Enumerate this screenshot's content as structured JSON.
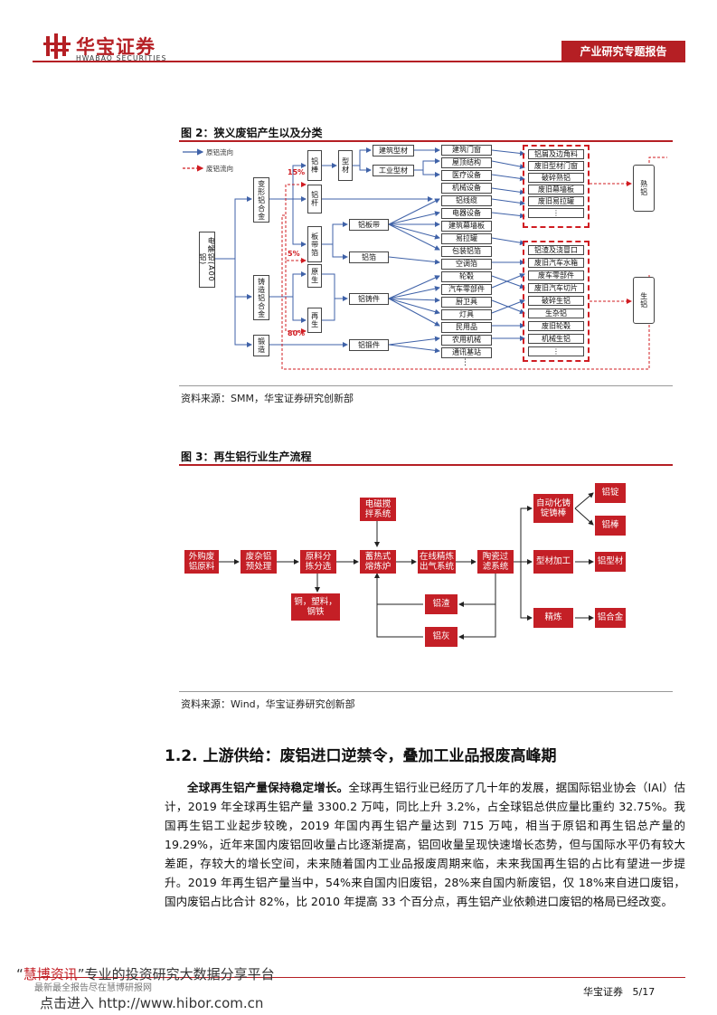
{
  "header": {
    "company_cn": "华宝证券",
    "company_en": "HWABAO SECURITIES",
    "report_type": "产业研究专题报告"
  },
  "figure2": {
    "title": "图 2：狭义废铝产生以及分类",
    "legend_primary": "原铝流向",
    "legend_scrap": "废铝流向",
    "source": "资料来源：SMM，华宝证券研究创新部",
    "root": "电解铝(A00铝)",
    "alloys": [
      "变形铝合金",
      "铸造铝合金",
      "锻造"
    ],
    "stage2": [
      "铝棒",
      "铝杆",
      "板带箔",
      "原生",
      "再生"
    ],
    "profile": "型材",
    "mid": [
      "建筑型材",
      "工业型材",
      "铝板带",
      "铝箔",
      "铝铸件",
      "铝锻件"
    ],
    "percentages": [
      "15%",
      "5%",
      "80%"
    ],
    "products": [
      "建筑门窗",
      "屋顶结构",
      "医疗设备",
      "机械设备",
      "铝线缆",
      "电器设备",
      "建筑幕墙板",
      "易拉罐",
      "包装铝箔",
      "空调箔",
      "轮毂",
      "汽车零部件",
      "厨卫具",
      "灯具",
      "民用品",
      "农用机械",
      "通讯基站",
      "⋮"
    ],
    "scrap_old": [
      "铝屑及边角料",
      "废旧型材门窗",
      "破碎熟铝",
      "废旧幕墙板",
      "废旧易拉罐",
      "⋮"
    ],
    "scrap_new": [
      "铝渣及浇冒口",
      "废旧汽车水箱",
      "废车零部件",
      "废旧汽车切片",
      "破碎生铝",
      "生杂铝",
      "废旧轮毂",
      "机械生铝",
      "⋮"
    ],
    "scrap_types": [
      "熟铝",
      "生铝"
    ]
  },
  "figure3": {
    "title": "图 3：再生铝行业生产流程",
    "source": "资料来源：Wind，华宝证券研究创新部",
    "steps": [
      "外购废铝原料",
      "废杂铝预处理",
      "原料分拣分选",
      "蓄热式熔炼炉",
      "在线精炼出气系统",
      "陶瓷过滤系统"
    ],
    "stir": "电磁搅拌系统",
    "byproduct_metals": "铜，塑料，钢铁",
    "residues": [
      "铝渣",
      "铝灰"
    ],
    "branches": [
      "自动化铸锭铸棒",
      "型材加工",
      "精炼"
    ],
    "outputs": [
      "铝锭",
      "铝棒",
      "铝型材",
      "铝合金"
    ]
  },
  "section": {
    "title": "1.2. 上游供给：废铝进口逆禁令，叠加工业品报废高峰期",
    "lead": "全球再生铝产量保持稳定增长。",
    "body": "全球再生铝行业已经历了几十年的发展，据国际铝业协会（IAI）估计，2019 年全球再生铝产量 3300.2 万吨，同比上升 3.2%，占全球铝总供应量比重约 32.75%。我国再生铝工业起步较晚，2019 年国内再生铝产量达到 715 万吨，相当于原铝和再生铝总产量的 19.29%，近年来国内废铝回收量占比逐渐提高，铝回收量呈现快速增长态势，但与国际水平仍有较大差距，存较大的增长空间，未来随着国内工业品报废周期来临，未来我国再生铝的占比有望进一步提升。2019 年再生铝产量当中，54%来自国内旧废铝，28%来自国内新废铝，仅 18%来自进口废铝，国内废铝占比合计 82%，比 2010 年提高 33 个百分点，再生铝产业依赖进口废铝的格局已经改变。"
  },
  "footer": {
    "company": "华宝证券",
    "page": "5/17"
  },
  "watermark": {
    "brand": "慧博资讯",
    "slogan": "专业的投资研究大数据分享平台",
    "faint": "最新最全报告尽在慧博研报网",
    "link": "点击进入 http://www.hibor.com.cn"
  },
  "colors": {
    "brand_red": "#b51f24",
    "flow_red": "#c41f26"
  }
}
